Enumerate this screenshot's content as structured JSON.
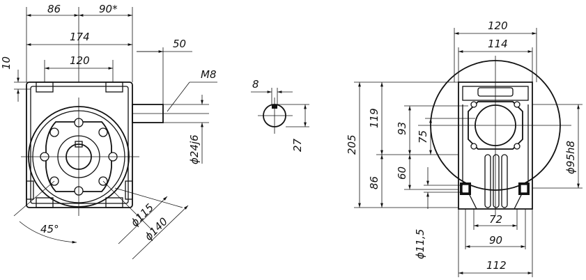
{
  "dims": {
    "d86": "86",
    "d90": "90*",
    "d174": "174",
    "d120top": "120",
    "d10": "10",
    "d50": "50",
    "m8": "M8",
    "d24j6": "ϕ24j6",
    "d115": "ϕ115",
    "d140": "ϕ140",
    "d45": "45°",
    "d8": "8",
    "d27": "27",
    "d120r": "120",
    "d114": "114",
    "d205": "205",
    "d119": "119",
    "d93": "93",
    "d75": "75",
    "d86r": "86",
    "d60": "60",
    "d95h8": "ϕ95h8",
    "d72": "72",
    "d11_5": "ϕ11,5",
    "d90r": "90",
    "d112": "112"
  }
}
